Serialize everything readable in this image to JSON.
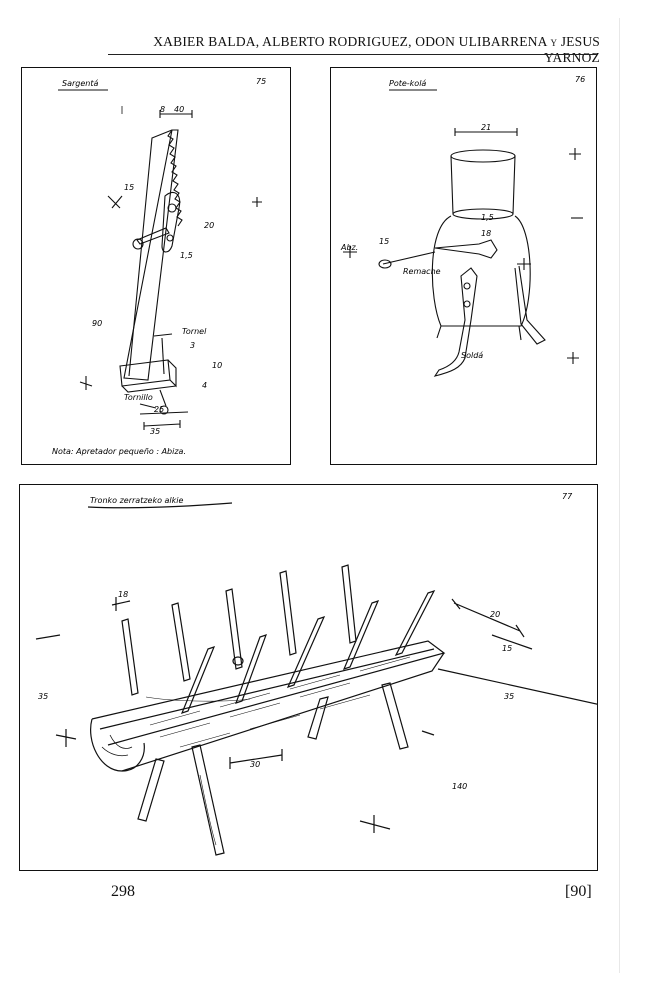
{
  "header": {
    "authors": "XABIER BALDA, ALBERTO RODRIGUEZ, ODON ULIBARRENA y JESUS YARNOZ"
  },
  "plates": [
    {
      "number": "75",
      "title": "Sargentá",
      "note": "Nota: Apretador pequeño : Abiza.",
      "labels": [
        "8",
        "40",
        "15",
        "1,5",
        "90",
        "20",
        "3",
        "10",
        "Tornel",
        "4",
        "Tornillo",
        "35",
        "25"
      ]
    },
    {
      "number": "76",
      "title": "Pote-kolá",
      "labels": [
        "21",
        "1,5",
        "15",
        "Abz.",
        "18",
        "Remache",
        "Soldá"
      ]
    },
    {
      "number": "77",
      "title": "Tronko zerratzeko alkie",
      "labels": [
        "18",
        "20",
        "15",
        "35",
        "35",
        "30",
        "140"
      ]
    }
  ],
  "footer": {
    "page_number": "298",
    "folio": "[90]"
  }
}
